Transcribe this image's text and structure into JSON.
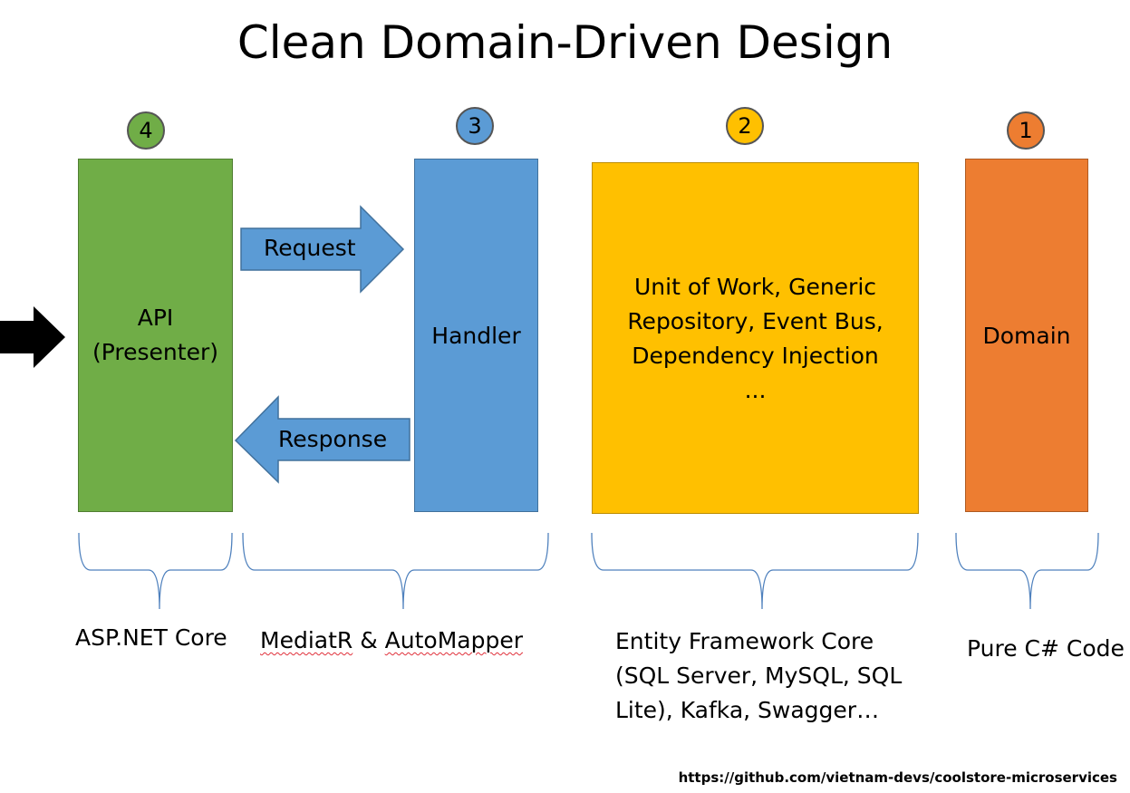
{
  "title": "Clean Domain-Driven Design",
  "colors": {
    "api": "#70ad47",
    "handler": "#5b9bd5",
    "infra": "#ffc000",
    "domain": "#ed7d31",
    "brace": "#4f81bd"
  },
  "layers": {
    "api": {
      "badge": "4",
      "line1": "API",
      "line2": "(Presenter)",
      "tech": "ASP.NET Core"
    },
    "handler": {
      "badge": "3",
      "label": "Handler"
    },
    "infra": {
      "badge": "2",
      "line1": "Unit of Work, Generic",
      "line2": "Repository, Event Bus,",
      "line3": "Dependency Injection",
      "line4": "...",
      "tech_line1": "Entity Framework Core",
      "tech_line2": "(SQL Server, MySQL, SQL",
      "tech_line3": "Lite), Kafka, Swagger…"
    },
    "domain": {
      "badge": "1",
      "label": "Domain",
      "tech": "Pure C# Code"
    }
  },
  "mediator": {
    "tech_part1": "MediatR",
    "tech_amp": " & ",
    "tech_part2": "AutoMapper"
  },
  "arrows": {
    "request": "Request",
    "response": "Response"
  },
  "icons": {
    "entry": "right-arrow-icon"
  },
  "url": "https://github.com/vietnam-devs/coolstore-microservices"
}
